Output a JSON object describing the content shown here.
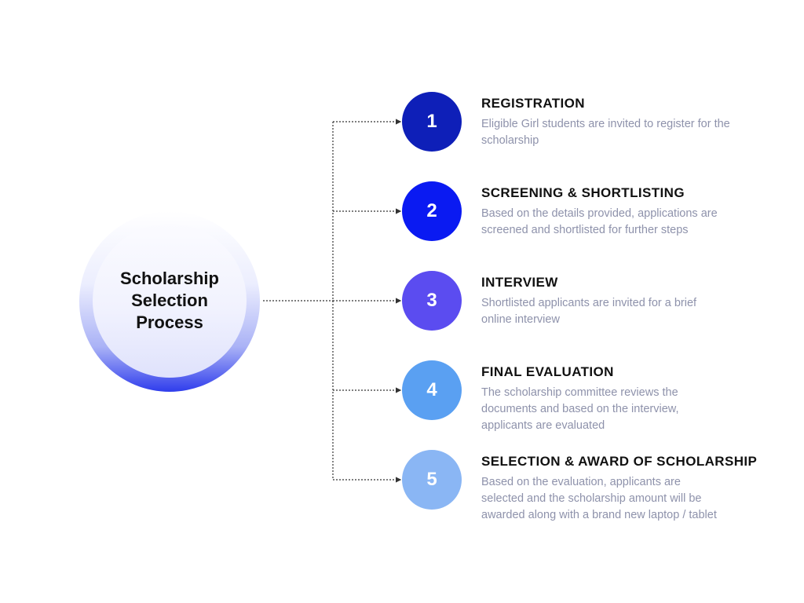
{
  "hub": {
    "title": "Scholarship Selection Process"
  },
  "steps": [
    {
      "number": "1",
      "title": "REGISTRATION",
      "description": "Eligible Girl students are invited to register for the scholarship",
      "color": "#0e1fb8"
    },
    {
      "number": "2",
      "title": "SCREENING & SHORTLISTING",
      "description": "Based on the details provided, applications are screened and shortlisted for further steps",
      "color": "#0a1af2"
    },
    {
      "number": "3",
      "title": "INTERVIEW",
      "description": "Shortlisted applicants are invited for a brief online interview",
      "color": "#5b4cf0"
    },
    {
      "number": "4",
      "title": "FINAL EVALUATION",
      "description": "The scholarship committee reviews the documents and based on the interview, applicants are evaluated",
      "color": "#5aa0f2"
    },
    {
      "number": "5",
      "title": "SELECTION & AWARD OF SCHOLARSHIP",
      "description": "Based on the evaluation, applicants are selected and the scholarship amount will be awarded along with a brand new laptop / tablet",
      "color": "#8ab6f4"
    }
  ]
}
